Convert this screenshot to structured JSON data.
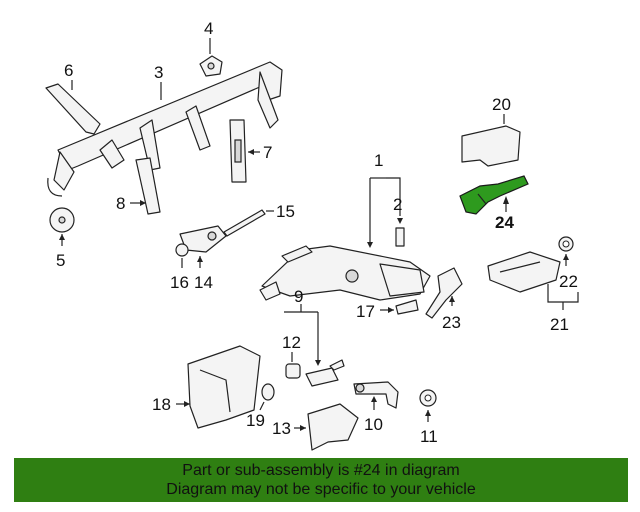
{
  "callouts": {
    "c1": "1",
    "c2": "2",
    "c3": "3",
    "c4": "4",
    "c5": "5",
    "c6": "6",
    "c7": "7",
    "c8": "8",
    "c9": "9",
    "c10": "10",
    "c11": "11",
    "c12": "12",
    "c13": "13",
    "c14": "14",
    "c15": "15",
    "c16": "16",
    "c17": "17",
    "c18": "18",
    "c19": "19",
    "c20": "20",
    "c21": "21",
    "c22": "22",
    "c23": "23",
    "c24": "24"
  },
  "highlighted_part": "24",
  "highlight_color": "#2e9a1e",
  "banner": {
    "line1": "Part or sub-assembly is #24 in diagram",
    "line2": "Diagram may not be specific to your vehicle",
    "background": "#2f7f12"
  }
}
